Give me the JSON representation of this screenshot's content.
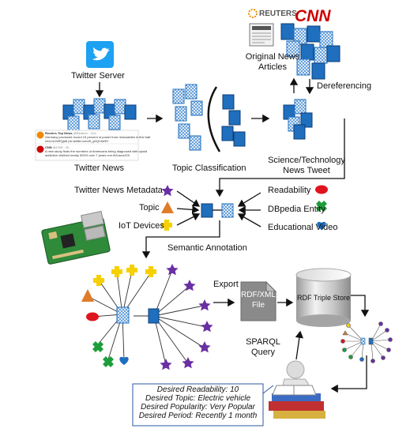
{
  "labels": {
    "twitter_server": "Twitter Server",
    "twitter_news": "Twitter News",
    "topic_classification": "Topic Classification",
    "sci_tech": [
      "Science/Technology",
      "News Tweet"
    ],
    "original_news": [
      "Original News",
      "Articles"
    ],
    "dereferencing": "Dereferencing",
    "reuters": "REUTERS",
    "cnn": "CNN",
    "twitter_news_metadata": "Twitter News Metadata",
    "topic": "Topic",
    "iot_devices": "IoT Devices",
    "readability": "Readability",
    "dbpedia_entity": "DBpedia Entity",
    "educational_video": "Educational Video",
    "semantic_annotation": "Semantic Annotation",
    "export": "Export",
    "rdf_file": [
      "RDF/XML",
      "File"
    ],
    "rdf_store": "RDF Triple Store",
    "sparql": [
      "SPARQL",
      "Query"
    ]
  },
  "tweets": [
    {
      "user": "Reuters Top News",
      "handle": "@Reuters · 11m",
      "text": "Germany produced record 15 percent of power from renewables in first half",
      "link": "reut.rs/2sRQjsB pic.twitter.com/6_g9Q14sNH"
    },
    {
      "user": "CNN",
      "handle": "@CNN · 2h",
      "text": "A new study finds the numbers of Americans being diagnosed with opioid",
      "link": "addiction climbed nearly 500% over 7 years cnn.it/2uwuUCD"
    }
  ],
  "query": [
    "Desired Readability: 10",
    "Desired Topic: Electric vehicle",
    "Desired Popularity: Very Popular",
    "Desired Period: Recently 1 month"
  ],
  "colors": {
    "tweet_blue": "#1f6fbe",
    "arrow": "#111111",
    "star": "#6a2fa3",
    "topic": "#e07b28",
    "iot": "#f6d000",
    "readability": "#e0141e",
    "dbpedia": "#1e9e3a",
    "video": "#1e6fc2",
    "twitter": "#1da1f2",
    "reuters": "#f08a00",
    "cnn": "#cc0000",
    "file_grey": "#8a8a8a"
  },
  "icons": [
    "twitter-bird-icon",
    "star-icon",
    "triangle-icon",
    "cross-icon",
    "ellipse-icon",
    "heart-icon",
    "raspberry-pi-icon",
    "database-cylinder-icon",
    "document-icon",
    "person-reading-icon"
  ]
}
